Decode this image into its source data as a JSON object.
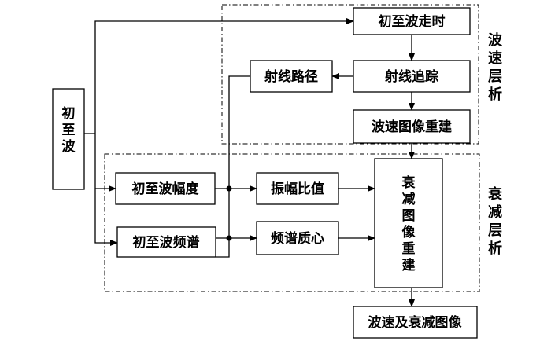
{
  "nodes": {
    "first_arrival_wave": "初至波",
    "first_arrival_traveltime": "初至波走时",
    "ray_tracing": "射线追踪",
    "ray_path": "射线路径",
    "velocity_reconstruction": "波速图像重建",
    "first_arrival_amplitude": "初至波幅度",
    "first_arrival_spectrum": "初至波频谱",
    "amplitude_ratio": "振幅比值",
    "spectral_centroid": "频谱质心",
    "attenuation_reconstruction": "衰减图像重建",
    "output": "波速及衰减图像"
  },
  "groups": {
    "velocity_tomography": "波速层析",
    "attenuation_tomography": "衰减层析"
  }
}
